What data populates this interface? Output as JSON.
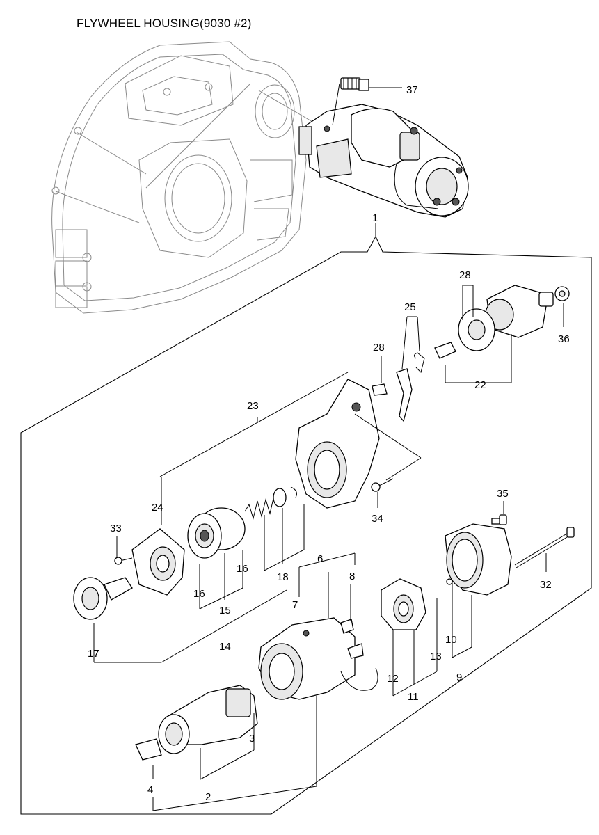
{
  "header": {
    "title": "FLYWHEEL HOUSING(9030 #2)"
  },
  "callouts": [
    {
      "id": "c37",
      "text": "37"
    },
    {
      "id": "c1",
      "text": "1"
    },
    {
      "id": "c28a",
      "text": "28"
    },
    {
      "id": "c25",
      "text": "25"
    },
    {
      "id": "c36",
      "text": "36"
    },
    {
      "id": "c28b",
      "text": "28"
    },
    {
      "id": "c22",
      "text": "22"
    },
    {
      "id": "c23",
      "text": "23"
    },
    {
      "id": "c24",
      "text": "24"
    },
    {
      "id": "c34",
      "text": "34"
    },
    {
      "id": "c35",
      "text": "35"
    },
    {
      "id": "c33",
      "text": "33"
    },
    {
      "id": "c16a",
      "text": "16"
    },
    {
      "id": "c16b",
      "text": "16"
    },
    {
      "id": "c18",
      "text": "18"
    },
    {
      "id": "c6",
      "text": "6"
    },
    {
      "id": "c8",
      "text": "8"
    },
    {
      "id": "c32",
      "text": "32"
    },
    {
      "id": "c15",
      "text": "15"
    },
    {
      "id": "c7",
      "text": "7"
    },
    {
      "id": "c14",
      "text": "14"
    },
    {
      "id": "c17",
      "text": "17"
    },
    {
      "id": "c10",
      "text": "10"
    },
    {
      "id": "c13",
      "text": "13"
    },
    {
      "id": "c12",
      "text": "12"
    },
    {
      "id": "c11",
      "text": "11"
    },
    {
      "id": "c9",
      "text": "9"
    },
    {
      "id": "c3",
      "text": "3"
    },
    {
      "id": "c4",
      "text": "4"
    },
    {
      "id": "c2",
      "text": "2"
    }
  ]
}
